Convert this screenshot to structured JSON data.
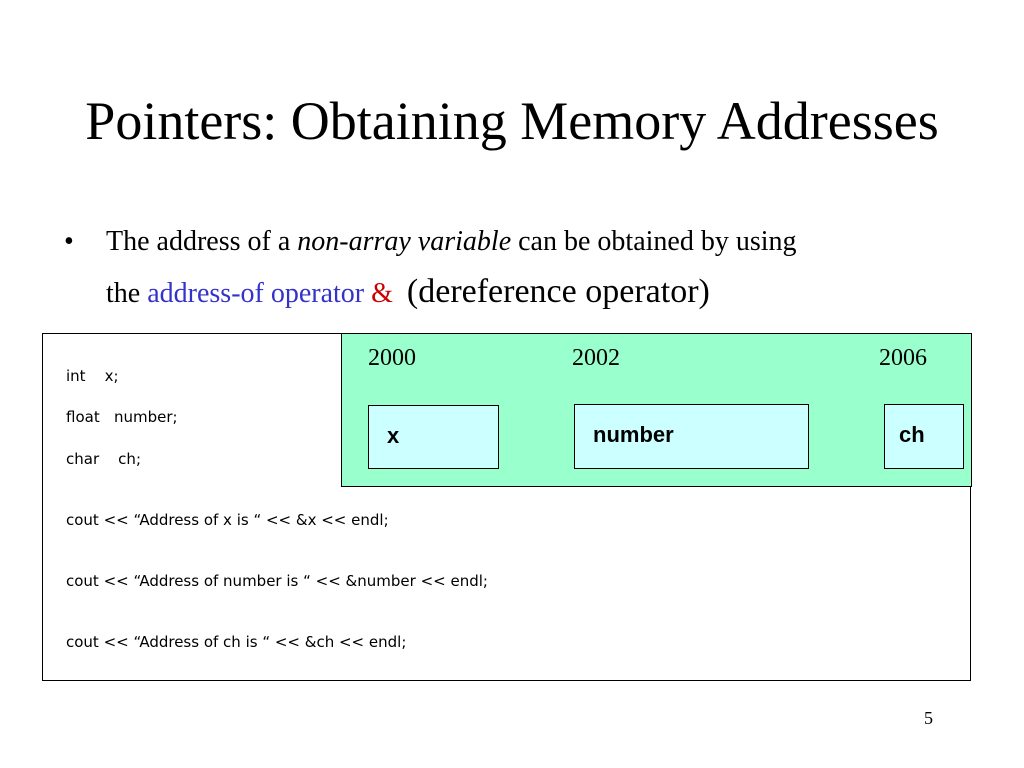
{
  "slide": {
    "title": "Pointers: Obtaining Memory Addresses",
    "bullet_marker": "•",
    "bullet": {
      "part1": "The address of a ",
      "part2_italic": "non-array variable",
      "part3": " can be obtained by using",
      "part4": "the ",
      "part5_blue": "address-of operator",
      "part6_red": "&",
      "part7": "(dereference operator)"
    },
    "code": {
      "decl_1": "int    x;",
      "decl_2": "float   number;",
      "decl_3": "char    ch;",
      "stmt_1": "cout << “Address of x is “ << &x << endl;",
      "stmt_2": "cout << “Address of number is “ << &number << endl;",
      "stmt_3": "cout << “Address of ch is “ << &ch << endl;"
    },
    "memory": {
      "addresses": [
        "2000",
        "2002",
        "2006"
      ],
      "cells": [
        "x",
        "number",
        "ch"
      ],
      "panel_color": "#99ffcc",
      "cell_color": "#ccffff"
    },
    "page_number": "5",
    "colors": {
      "blue_text": "#3333cc",
      "red_text": "#cc0000"
    }
  }
}
